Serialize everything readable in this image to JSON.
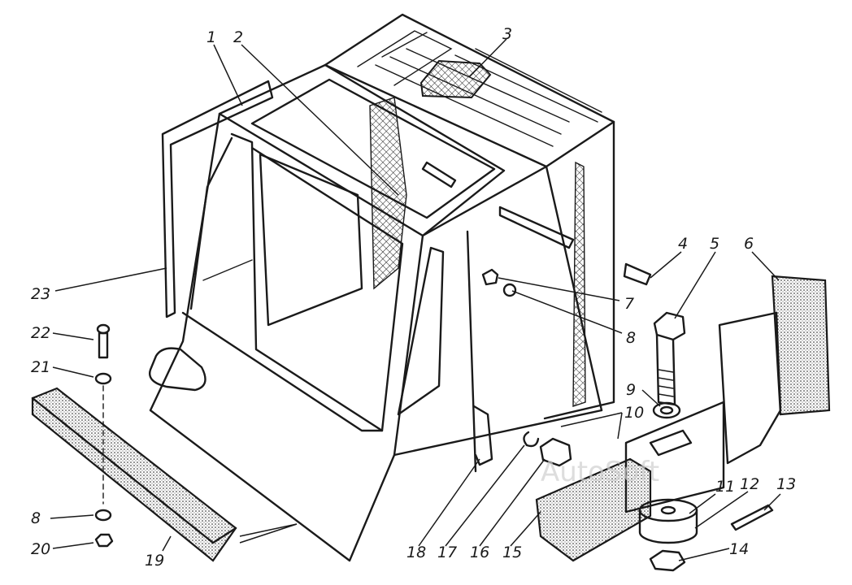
{
  "labels": {
    "l1": "1",
    "l2": "2",
    "l3": "3",
    "l4": "4",
    "l5": "5",
    "l6": "6",
    "l7": "7",
    "l8a": "8",
    "l8b": "8",
    "l9": "9",
    "l10": "10",
    "l11": "11",
    "l12": "12",
    "l13": "13",
    "l14": "14",
    "l15": "15",
    "l16": "16",
    "l17": "17",
    "l18": "18",
    "l19": "19",
    "l20": "20",
    "l21": "21",
    "l22": "22",
    "l23": "23"
  },
  "watermark": "AutoSoft",
  "colors": {
    "ink": "#1a1a1a",
    "paper": "#ffffff"
  }
}
